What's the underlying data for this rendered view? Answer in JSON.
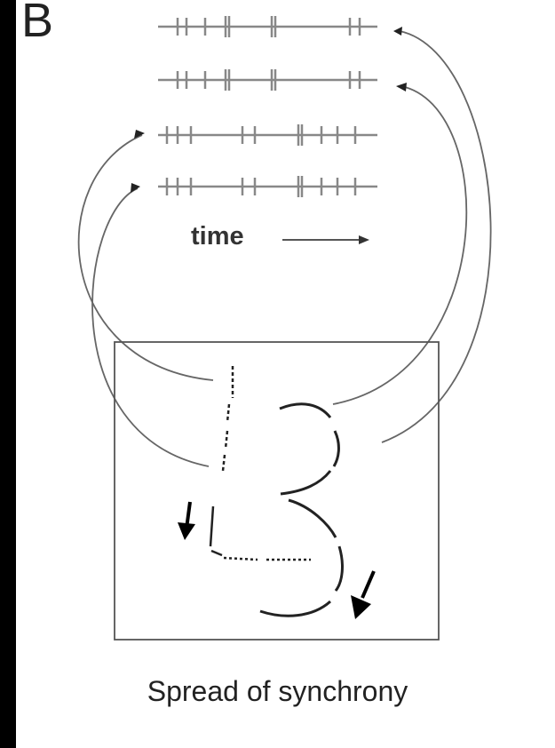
{
  "panel": {
    "letter": "B",
    "time_label": "time",
    "caption": "Spread of synchrony"
  },
  "colors": {
    "ink": "#333333",
    "light_ink": "#666666",
    "background": "#ffffff",
    "frame": "#000000"
  }
}
